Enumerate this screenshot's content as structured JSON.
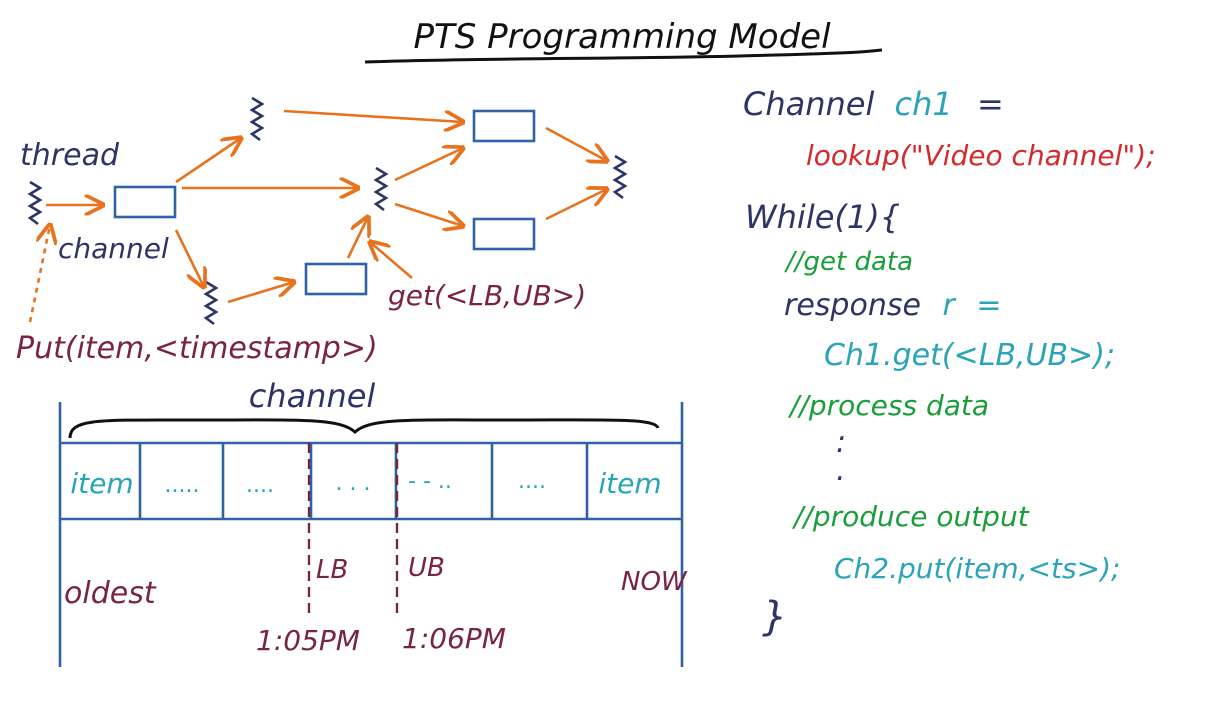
{
  "title": "PTS Programming Model",
  "colors": {
    "ink": "#2e3466",
    "arrow": "#e8731e",
    "box": "#2f63a6",
    "maroon": "#7a2540",
    "teal": "#2aa4b8",
    "red": "#d42a2a",
    "green": "#1a9e3a",
    "black": "#111111"
  },
  "graph": {
    "thread_label": "thread",
    "channel_label": "channel",
    "get_label": "get(<LB,UB>)",
    "put_label": "Put(item,<timestamp>)"
  },
  "channel": {
    "brace_label": "channel",
    "cells": [
      "item",
      ".....",
      "....",
      ". . .",
      "- - ..",
      "....",
      "item"
    ],
    "oldest_label": "oldest",
    "lb_label": "LB",
    "ub_label": "UB",
    "now_label": "NOW",
    "lb_time": "1:05PM",
    "ub_time": "1:06PM"
  },
  "code": {
    "line1_kw": "Channel",
    "line1_var": "ch1",
    "line1_eq": "=",
    "line2": "lookup(\"Video channel\");",
    "line3": "While(1){",
    "comment1": "//get data",
    "line4_kw": "response",
    "line4_var": "r",
    "line4_eq": "=",
    "line5": "Ch1.get(<LB,UB>);",
    "comment2": "//process data",
    "dot1": ":",
    "dot2": ".",
    "comment3": "//produce output",
    "line6": "Ch2.put(item,<ts>);",
    "line7": "}"
  }
}
